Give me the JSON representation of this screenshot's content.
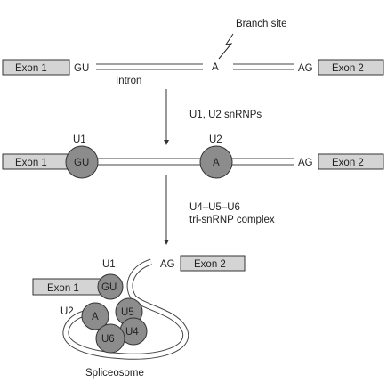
{
  "labels": {
    "branch_site": "Branch site",
    "exon1": "Exon 1",
    "exon2": "Exon 2",
    "gu": "GU",
    "ag": "AG",
    "a": "A",
    "intron": "Intron",
    "step1": "U1, U2 snRNPs",
    "u1": "U1",
    "u2": "U2",
    "step2_line1": "U4–U5–U6",
    "step2_line2": "tri-snRNP complex",
    "u4": "U4",
    "u5": "U5",
    "u6": "U6",
    "spliceosome": "Spliceosome"
  }
}
